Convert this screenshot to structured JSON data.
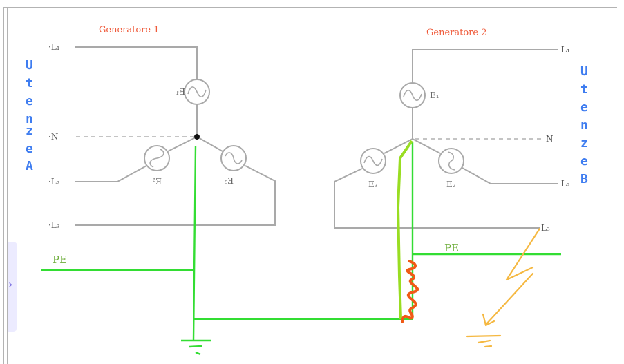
{
  "diagram": {
    "generator1": {
      "title": "Generatore 1",
      "terminals": [
        "L1",
        "N",
        "L2",
        "L3"
      ],
      "terminal_labels": {
        "L1": "·L₁",
        "N": "·N",
        "L2": "·L₂",
        "L3": "·L₃"
      },
      "sources": {
        "E1": "E₁",
        "E2": "E₂",
        "E3": "E₃"
      },
      "mirrored_labels": true
    },
    "generator2": {
      "title": "Generatore 2",
      "terminal_labels": {
        "L1": "L₁",
        "N": "N",
        "L2": "L₂",
        "L3": "L₃"
      },
      "sources": {
        "E1": "E₁",
        "E2": "E₂",
        "E3": "E₃"
      }
    },
    "loads_left": {
      "label": "UtenzeA",
      "letters": [
        "U",
        "t",
        "e",
        "n",
        "z",
        "e",
        "A"
      ]
    },
    "loads_right": {
      "label": "UtenzeB",
      "letters": [
        "U",
        "t",
        "e",
        "n",
        "z",
        "e",
        "B"
      ]
    },
    "protective_earth": {
      "left_label": "PE",
      "right_label": "PE"
    },
    "annotations": {
      "earth_resistance": "zigzag resistor on PE of generator 2",
      "fault_current": "L3 to earth fault arrow"
    },
    "colors": {
      "wire": "#a9a9a9",
      "pe": "#33dd33",
      "pe_highlight": "#99dd22",
      "resistor": "#f05a16",
      "fault": "#f5b841",
      "title": "#ef5a3a",
      "loads": "#3f7df0",
      "pe_text": "#6fae3c"
    }
  },
  "ui": {
    "side_handle_glyph": "›"
  }
}
